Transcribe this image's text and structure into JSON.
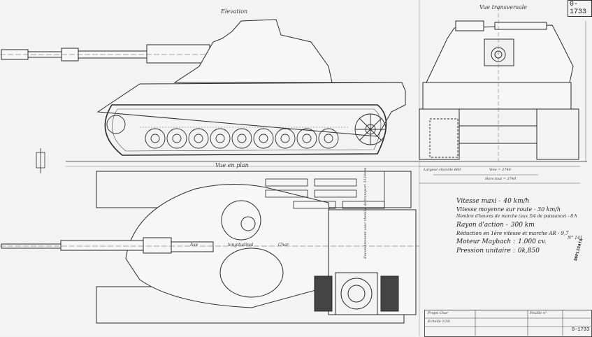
{
  "sheet": {
    "reference": "0-1733",
    "footer_reference": "0-1733",
    "stamp": "DUPLICATA",
    "folio": "N° 141"
  },
  "views": {
    "elevation": "Elevation",
    "transverse": "Vue transversale",
    "plan": "Vue en plan"
  },
  "annotations": {
    "axe_label": "Axe",
    "longitudinal_label": "longitudinal",
    "char_label": "Char",
    "vertical_note": "Encombrement avec chenille de transport 3120mm",
    "voie": "Voie = 2740",
    "hors_tout": "Hors tout = 3740",
    "largeur": "Largeur chenille 660"
  },
  "specs": [
    {
      "label": "Vitesse maxi -",
      "value": "40 km/h"
    },
    {
      "label": "Vitesse moyenne sur route - 30 km/h",
      "value": ""
    },
    {
      "label": "Nombre d'heures de marche (aux 3/4 de puissance) - 8 h",
      "value": ""
    },
    {
      "label": "Rayon d'action -",
      "value": "300 km"
    },
    {
      "label": "Réduction en 1ère vitesse et marche AR - 9,7",
      "value": ""
    },
    {
      "label": "Moteur Maybach :",
      "value": "1.000 cv."
    },
    {
      "label": "Pression unitaire :",
      "value": "0k,850"
    }
  ],
  "title_block": {
    "sheet_label": "Feuille n°",
    "echelle": "Echelle 1/20",
    "designation": "Projet Char"
  },
  "colors": {
    "paper": "#f3f3f3",
    "ink": "#2a2a2a",
    "faint": "#8a8a8a"
  }
}
